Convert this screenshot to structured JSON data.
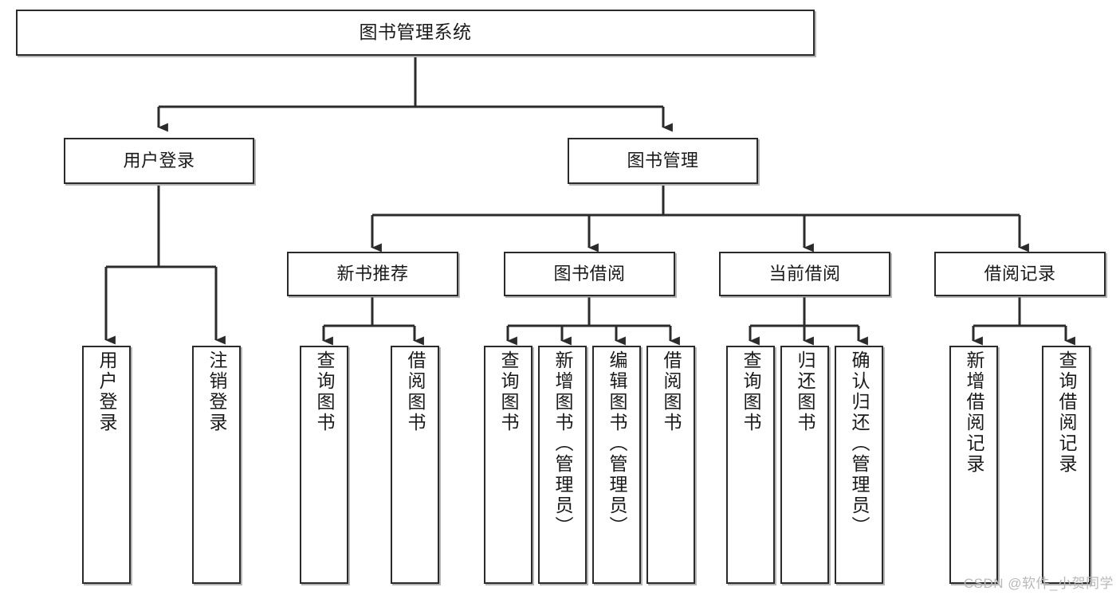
{
  "diagram": {
    "type": "tree-hierarchy",
    "title": "图书管理系统",
    "root": {
      "id": "root",
      "label": "图书管理系统"
    },
    "level1": [
      {
        "id": "user-login",
        "label": "用户登录"
      },
      {
        "id": "book-management",
        "label": "图书管理"
      }
    ],
    "level2": [
      {
        "id": "new-book-recommend",
        "label": "新书推荐",
        "parent": "book-management"
      },
      {
        "id": "book-borrow",
        "label": "图书借阅",
        "parent": "book-management"
      },
      {
        "id": "current-borrow",
        "label": "当前借阅",
        "parent": "book-management"
      },
      {
        "id": "borrow-record",
        "label": "借阅记录",
        "parent": "book-management"
      }
    ],
    "leaves": [
      {
        "id": "leaf-user-login",
        "label": "用户登录",
        "parent": "user-login"
      },
      {
        "id": "leaf-logout",
        "label": "注销登录",
        "parent": "user-login"
      },
      {
        "id": "leaf-query-book-1",
        "label": "查询图书",
        "parent": "new-book-recommend"
      },
      {
        "id": "leaf-borrow-book-1",
        "label": "借阅图书",
        "parent": "new-book-recommend"
      },
      {
        "id": "leaf-query-book-2",
        "label": "查询图书",
        "parent": "book-borrow"
      },
      {
        "id": "leaf-add-book",
        "label": "新增图书（管理员）",
        "parent": "book-borrow"
      },
      {
        "id": "leaf-edit-book",
        "label": "编辑图书（管理员）",
        "parent": "book-borrow"
      },
      {
        "id": "leaf-borrow-book-2",
        "label": "借阅图书",
        "parent": "book-borrow"
      },
      {
        "id": "leaf-query-book-3",
        "label": "查询图书",
        "parent": "current-borrow"
      },
      {
        "id": "leaf-return-book",
        "label": "归还图书",
        "parent": "current-borrow"
      },
      {
        "id": "leaf-confirm-return",
        "label": "确认归还（管理员）",
        "parent": "current-borrow"
      },
      {
        "id": "leaf-add-record",
        "label": "新增借阅记录",
        "parent": "borrow-record"
      },
      {
        "id": "leaf-query-record",
        "label": "查询借阅记录",
        "parent": "borrow-record"
      }
    ],
    "colors": {
      "box_border": "#2b2b2b",
      "box_fill": "#ffffff",
      "edge": "#2b2b2b",
      "text": "#1a1a1a",
      "watermark": "#b9b9b9"
    }
  },
  "watermark": {
    "text": "CSDN @软件_小贺同学"
  }
}
